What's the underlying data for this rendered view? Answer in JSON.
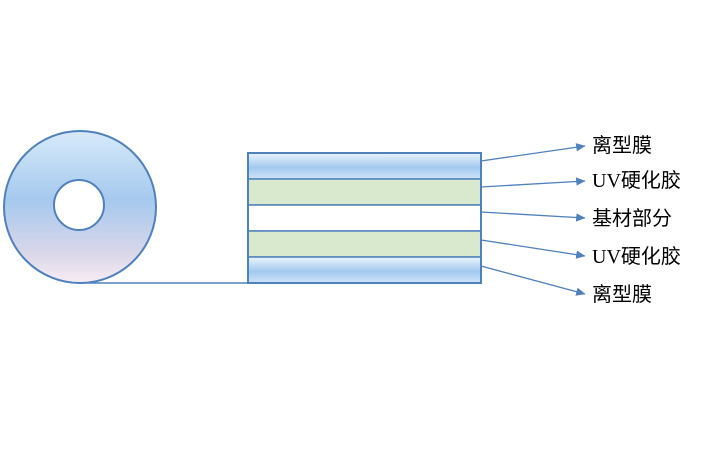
{
  "diagram": {
    "type": "layer-structure",
    "description_visible_text_only": "",
    "layers": [
      {
        "label": "离型膜",
        "fill": "blue-gradient"
      },
      {
        "label": "UV硬化胶",
        "fill": "green"
      },
      {
        "label": "基材部分",
        "fill": "white"
      },
      {
        "label": "UV硬化胶",
        "fill": "green"
      },
      {
        "label": "离型膜",
        "fill": "blue-gradient"
      }
    ],
    "colors": {
      "outline": "#4f81bd",
      "arrow": "#4f81bd",
      "layer_green": "#d9e9cd",
      "layer_blue_light": "#eaf4fd",
      "layer_blue_mid": "#a3c9ee",
      "layer_white": "#ffffff",
      "roll_top": "#d7eafa",
      "roll_mid": "#a5c9ee",
      "roll_bottom": "#f7edf3",
      "text": "#000000"
    }
  }
}
